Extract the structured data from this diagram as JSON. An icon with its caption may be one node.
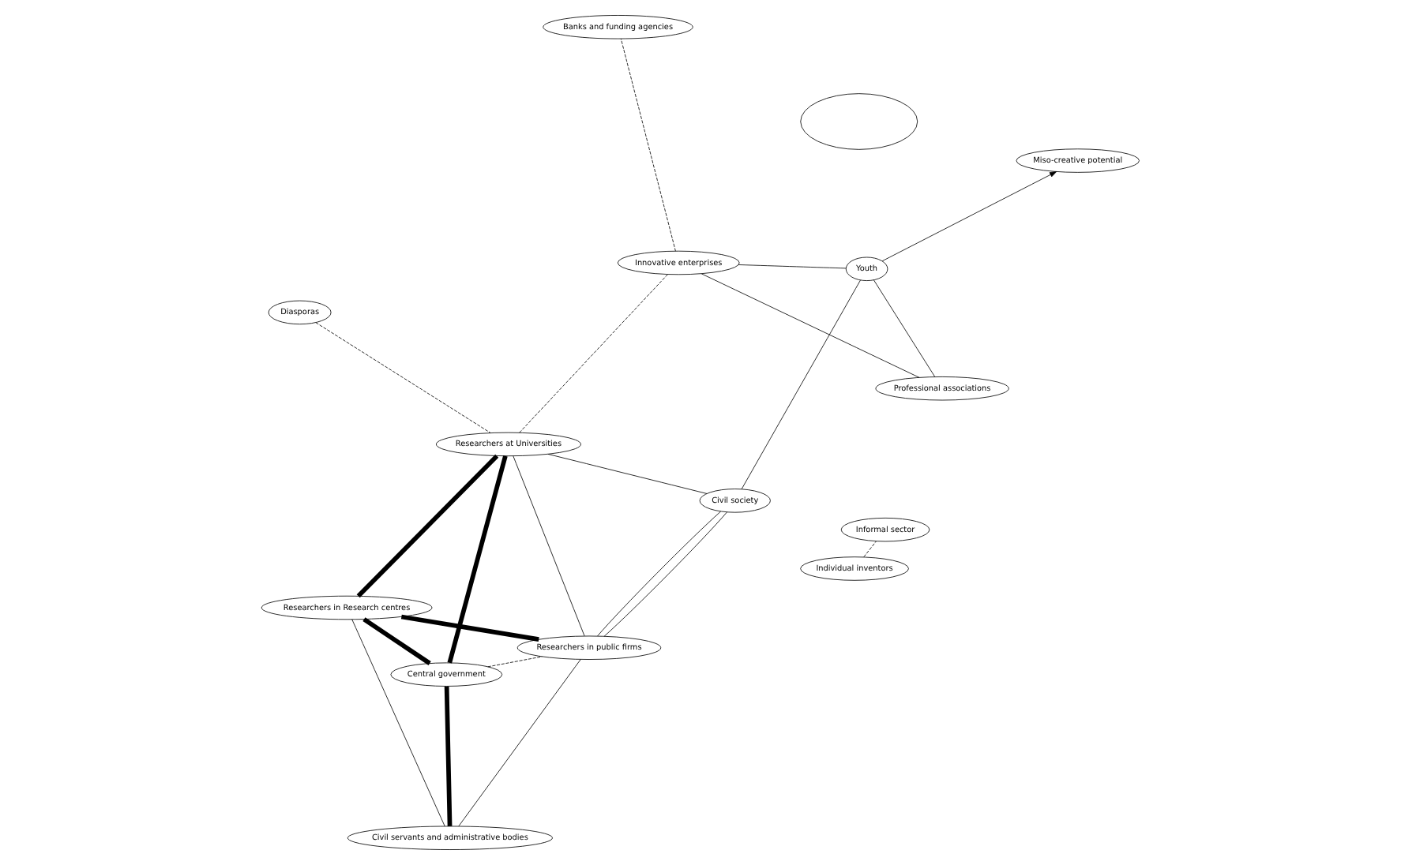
{
  "diagram": {
    "nodes": [
      {
        "text": [
          "Informal sector"
        ]
      },
      {
        "text": [
          "Individual inventors"
        ]
      },
      {
        "text": [
          "Diasporas"
        ]
      },
      {
        "text": [
          "Civil servants and administrative bodies"
        ]
      },
      {
        "text": [
          "Central government"
        ]
      },
      {
        "text": [
          "Researchers in Research centres"
        ]
      },
      {
        "text": [
          "Researchers at Universities"
        ]
      },
      {
        "text": [
          "Researchers in public firms"
        ]
      },
      {
        "text": [
          "Innovative enterprises"
        ]
      },
      {
        "text": [
          "Civil society"
        ]
      },
      {
        "text": [
          "Banks and funding agencies"
        ]
      },
      {
        "text": [
          "Professional associations"
        ]
      },
      {
        "text": [
          "Youth"
        ]
      },
      {
        "text": [
          "Miso-creative potential"
        ]
      },
      {
        "text": [],
        "shape": "ellipse"
      }
    ],
    "edges": [
      {
        "from": 1,
        "to": 0,
        "arrow": "none",
        "style": "dashed"
      },
      {
        "from": 2,
        "to": 6,
        "arrow": "none",
        "style": "dashed"
      },
      {
        "from": 3,
        "to": 4,
        "arrow": "none",
        "style": "thick"
      },
      {
        "from": 3,
        "to": 5,
        "arrow": "none"
      },
      {
        "from": 3,
        "to": 7,
        "arrow": "none"
      },
      {
        "from": 4,
        "to": 5,
        "arrow": "none",
        "style": "thick"
      },
      {
        "from": 6,
        "to": 4,
        "arrow": "none",
        "style": "thick"
      },
      {
        "from": 6,
        "to": 5,
        "arrow": "none",
        "style": "thick"
      },
      {
        "from": 4,
        "to": 7,
        "arrow": "none",
        "style": "dashed"
      },
      {
        "from": 5,
        "to": 7,
        "arrow": "none",
        "style": "thick"
      },
      {
        "from": 6,
        "to": 7,
        "arrow": "none"
      },
      {
        "from": 6,
        "to": 9,
        "arrow": "none"
      },
      {
        "from": 6,
        "to": 8,
        "arrow": "none",
        "style": "dashed"
      },
      {
        "from": 7,
        "to": 9,
        "arrow": "none"
      },
      {
        "from": 7,
        "to": 9,
        "arrow": "none"
      },
      {
        "from": 8,
        "to": 10,
        "arrow": "none",
        "style": "dashed"
      },
      {
        "from": 8,
        "to": 12,
        "arrow": "none"
      },
      {
        "from": 8,
        "to": 11,
        "arrow": "none"
      },
      {
        "from": 9,
        "to": 12,
        "arrow": "none"
      },
      {
        "from": 11,
        "to": 12,
        "arrow": "none"
      },
      {
        "from": 12,
        "to": 13,
        "arrow": "to"
      }
    ]
  }
}
